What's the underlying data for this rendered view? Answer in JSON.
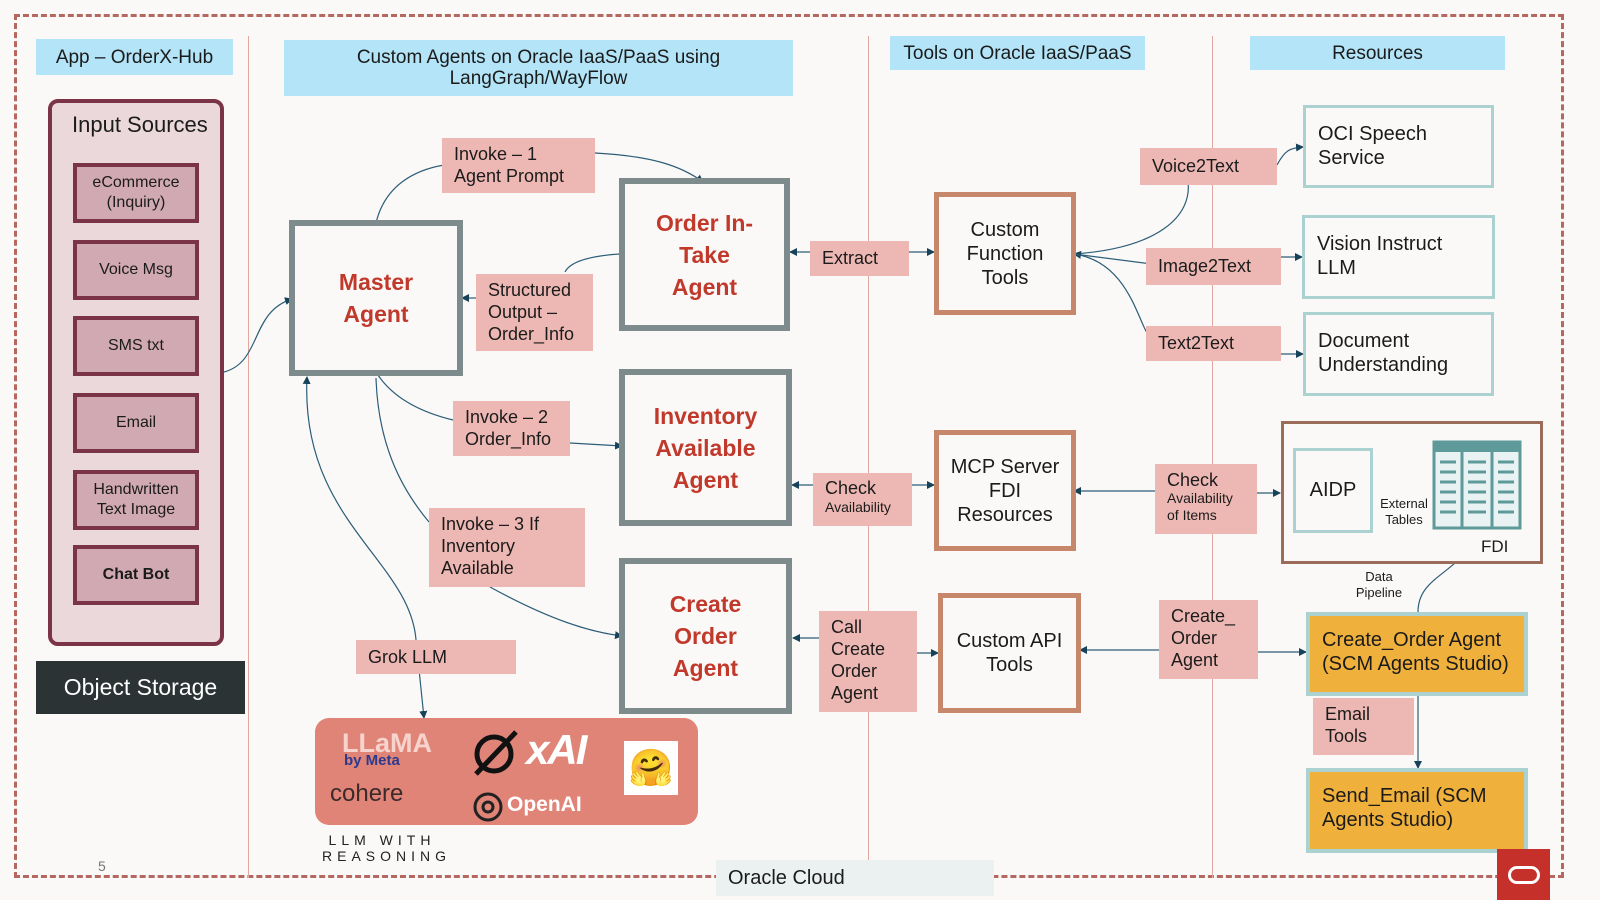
{
  "headers": {
    "app": "App – OrderX-Hub",
    "agents": "Custom Agents on Oracle IaaS/PaaS using LangGraph/WayFlow",
    "tools": "Tools on Oracle IaaS/PaaS",
    "resources": "Resources"
  },
  "input_sources": {
    "title": "Input Sources",
    "items": [
      "eCommerce (Inquiry)",
      "Voice Msg",
      "SMS txt",
      "Email",
      "Handwritten Text Image",
      "Chat Bot"
    ]
  },
  "object_storage": "Object Storage",
  "agents": {
    "master": "Master Agent",
    "order_intake": "Order In-Take Agent",
    "inventory": "Inventory Available Agent",
    "create_order": "Create Order Agent"
  },
  "tools": {
    "custom_function": "Custom Function Tools",
    "mcp_server": "MCP Server FDI Resources",
    "custom_api": "Custom API Tools"
  },
  "labels": {
    "invoke1": "Invoke – 1 Agent Prompt",
    "structured_output": "Structured Output – Order_Info",
    "invoke2": "Invoke – 2 Order_Info",
    "invoke3": "Invoke – 3 If Inventory Available",
    "grok_llm": "Grok LLM",
    "extract": "Extract",
    "check_availability": "Check Availability",
    "call_create_order": "Call Create Order Agent",
    "voice2text": "Voice2Text",
    "image2text": "Image2Text",
    "text2text": "Text2Text",
    "check_availability_items": "Check Availability of Items",
    "create_order_agent": "Create_ Order Agent",
    "email_tools": "Email Tools"
  },
  "resources": {
    "oci_speech": "OCI Speech Service",
    "vision_llm": "Vision Instruct LLM",
    "doc_understanding": "Document Understanding",
    "aidp": "AIDP",
    "external_tables": "External Tables",
    "fdi": "FDI",
    "data_pipeline": "Data Pipeline",
    "create_order_studio": "Create_Order Agent (SCM Agents Studio)",
    "send_email_studio": "Send_Email (SCM Agents Studio)"
  },
  "llm": {
    "logos": [
      "LLaMA",
      "by Meta",
      "cohere",
      "xAI",
      "OpenAI",
      "hugging-face-emoji"
    ],
    "caption": "LLM WITH REASONING"
  },
  "footer": {
    "page_number": "5",
    "oracle_cloud": "Oracle Cloud"
  },
  "colors": {
    "header_bg": "#b3e4f7",
    "label_bg": "#edb8b3",
    "agent_text": "#c0392b",
    "agent_border": "#7d8b8c",
    "tool_border": "#c7876a",
    "resource_border": "#abd1d1",
    "studio_bg": "#f0b13c",
    "llm_panel": "#e08478",
    "input_panel_border": "#7b3447"
  }
}
